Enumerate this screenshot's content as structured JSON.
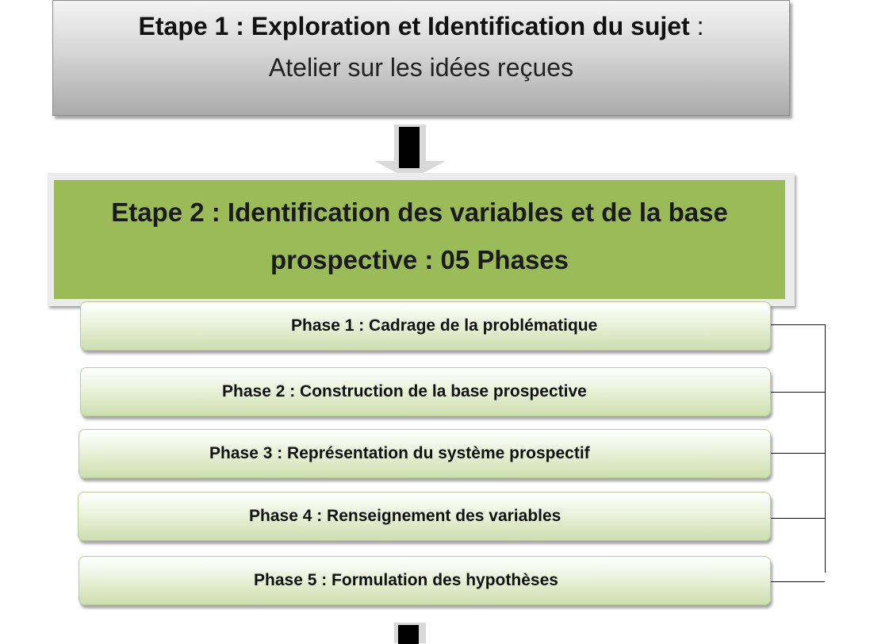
{
  "etape1": {
    "title_bold": "Etape 1 : Exploration et Identification du sujet",
    "title_rest": " :",
    "subtitle": "Atelier sur les idées reçues"
  },
  "etape2": {
    "line1": "Etape 2 : Identification des variables et de la base",
    "line2": "prospective : 05 Phases"
  },
  "phases": [
    {
      "label": "Phase 1 : Cadrage de la problématique"
    },
    {
      "label": "Phase 2 : Construction de la base prospective"
    },
    {
      "label": "Phase 3 : Représentation du système prospectif"
    },
    {
      "label": "Phase 4 : Renseignement des variables"
    },
    {
      "label": "Phase 5 : Formulation des hypothèses"
    }
  ],
  "colors": {
    "etape2_fill": "#9bbb59",
    "phase_fill": "#dde9c6",
    "etape1_fill": "#d6d6d6"
  }
}
